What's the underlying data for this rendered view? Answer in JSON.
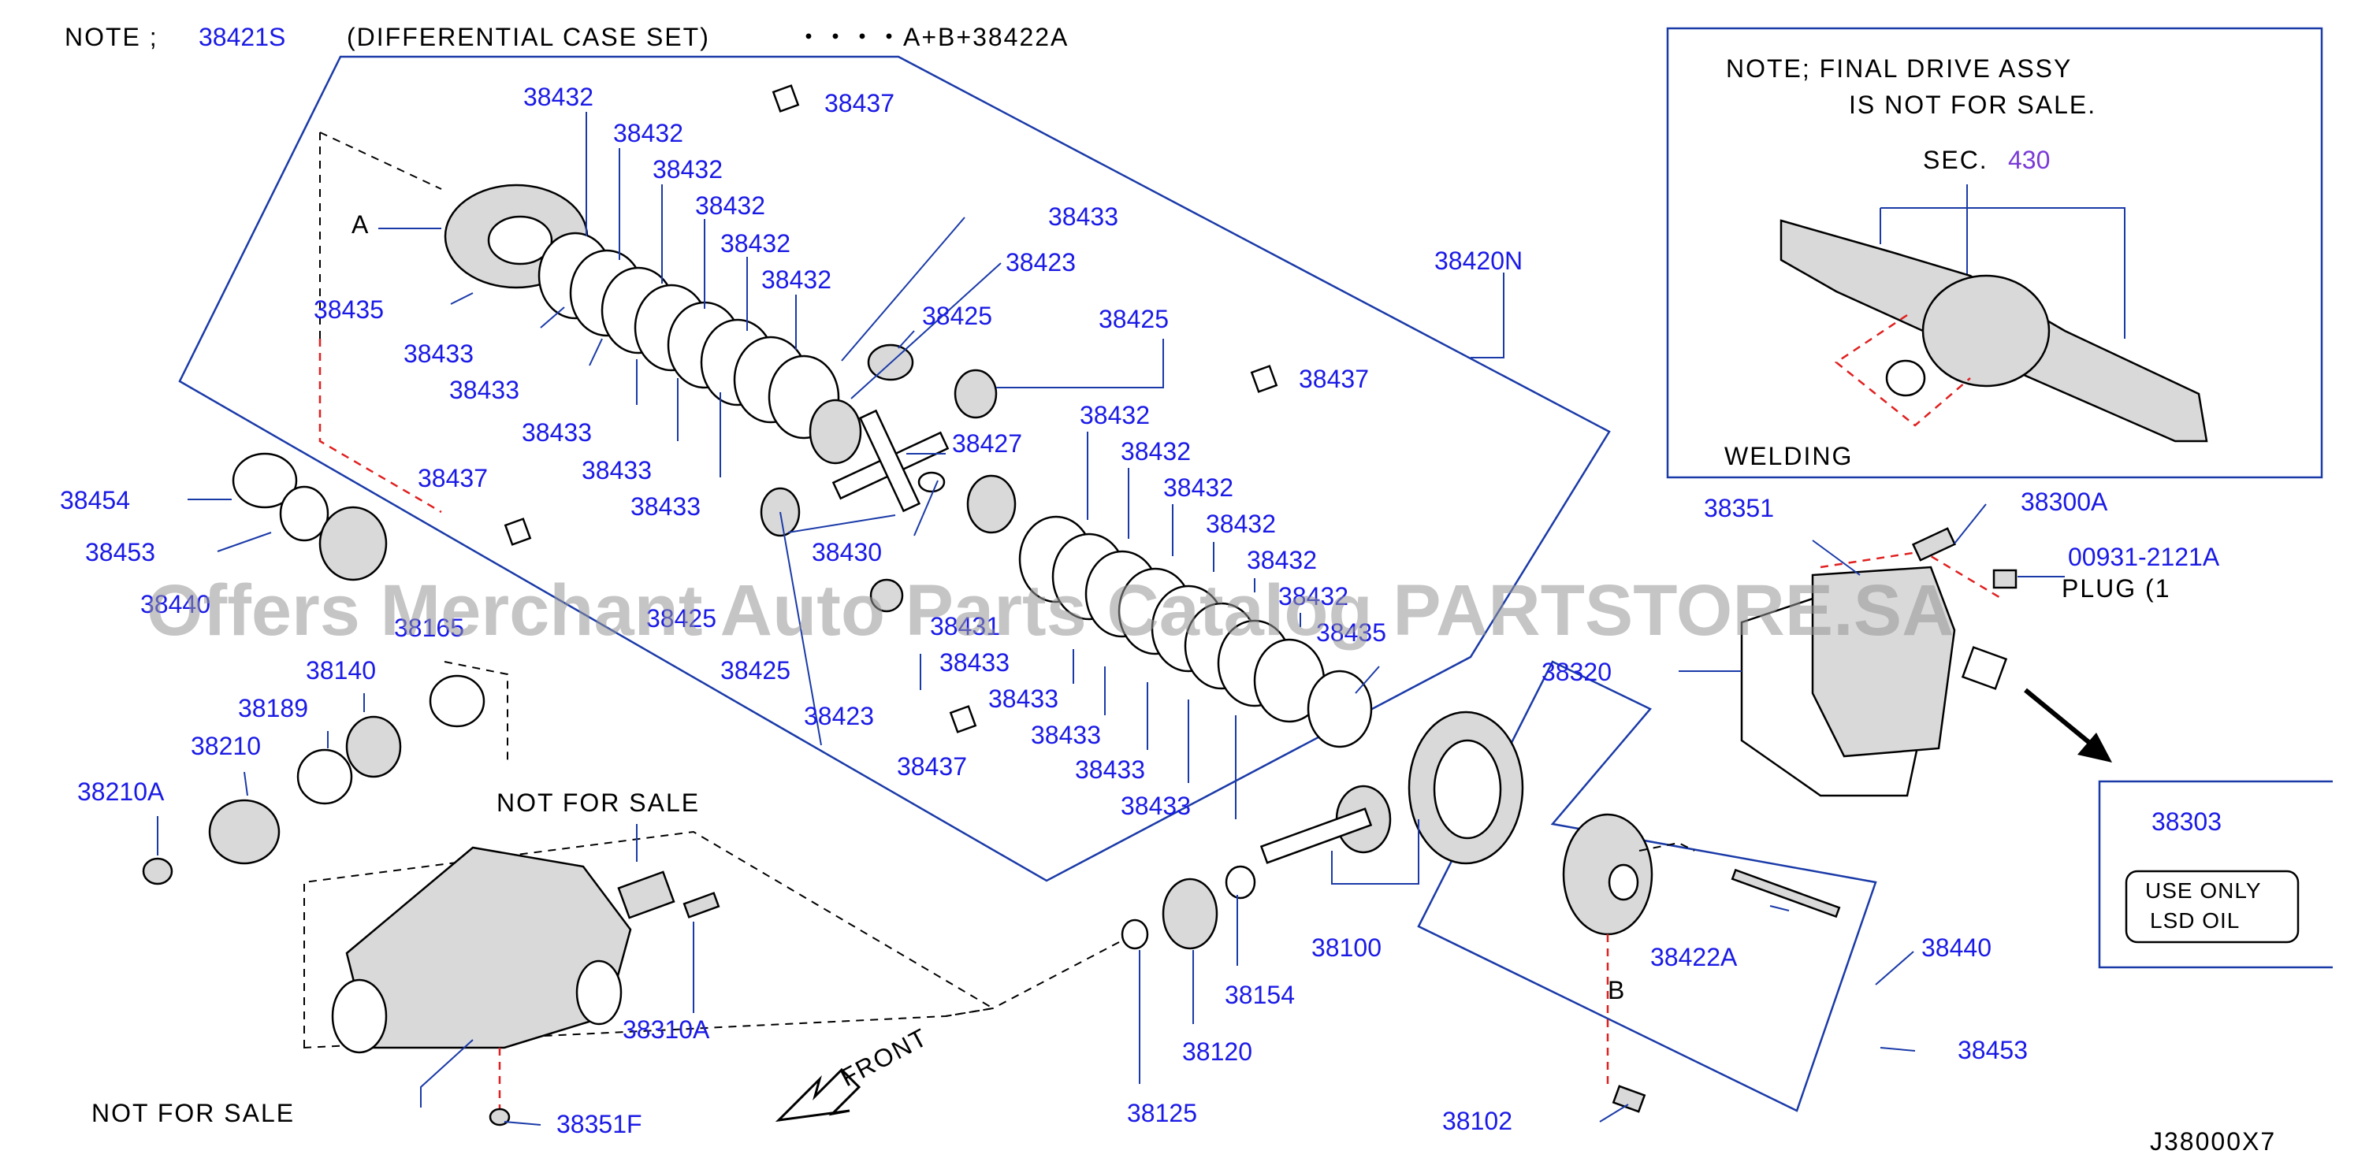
{
  "header_note": {
    "prefix": "NOTE ;",
    "part": "38421S",
    "description": "(DIFFERENTIAL CASE SET)",
    "formula": "・・・・A+B+38422A"
  },
  "inset_final_drive": {
    "note_line1": "NOTE; FINAL DRIVE ASSY",
    "note_line2": "IS NOT FOR SALE.",
    "sec_label": "SEC.",
    "sec_number": "430",
    "welding_label": "WELDING"
  },
  "inset_lsd": {
    "part": "38303",
    "line1": "USE ONLY",
    "line2": "LSD OIL"
  },
  "not_for_sale_upper": "NOT FOR SALE",
  "not_for_sale_lower": "NOT FOR SALE",
  "front_label": "FRONT",
  "diagram_code": "J38000X7",
  "watermark": "Offers Merchant Auto Parts Catalog PARTSTORE.SA",
  "ref_letters": {
    "a": "A",
    "b": "B"
  },
  "plug_partial": "PLUG (1",
  "part_labels": {
    "p38432_a": "38432",
    "p38432_b": "38432",
    "p38432_c": "38432",
    "p38432_d": "38432",
    "p38432_e": "38432",
    "p38432_f": "38432",
    "p38437_top": "38437",
    "p38433_top": "38433",
    "p38423_top": "38423",
    "p38425_a": "38425",
    "p38425_b": "38425",
    "p38420N": "38420N",
    "p38437_right": "38437",
    "p38435_left": "38435",
    "p38433_l1": "38433",
    "p38433_l2": "38433",
    "p38433_l3": "38433",
    "p38433_l4": "38433",
    "p38433_l5": "38433",
    "p38427": "38427",
    "p38437_left": "38437",
    "p38430": "38430",
    "p38454": "38454",
    "p38453_left": "38453",
    "p38440_partial": "38440",
    "p38165_partial": "38165",
    "p38425_partial": "38425",
    "p38431_partial": "38431",
    "p38425_c": "38425",
    "p38140": "38140",
    "p38189": "38189",
    "p38210": "38210",
    "p38210A": "38210A",
    "p38432_r1": "38432",
    "p38432_r2": "38432",
    "p38432_r3": "38432",
    "p38432_r4": "38432",
    "p38432_r5": "38432",
    "p38432_r6": "38432",
    "p38435_right": "38435",
    "p38433_r1": "38433",
    "p38433_r2": "38433",
    "p38433_r3": "38433",
    "p38433_r4": "38433",
    "p38433_r5": "38433",
    "p38423_bottom": "38423",
    "p38437_bottom": "38437",
    "p38351": "38351",
    "p38300A": "38300A",
    "p00931": "00931-2121A",
    "p38320": "38320",
    "p38100": "38100",
    "p38154": "38154",
    "p38120": "38120",
    "p38125": "38125",
    "p38422A": "38422A",
    "p38440": "38440",
    "p38453_right": "38453",
    "p38102": "38102",
    "p38310A": "38310A",
    "p38351F": "38351F"
  }
}
